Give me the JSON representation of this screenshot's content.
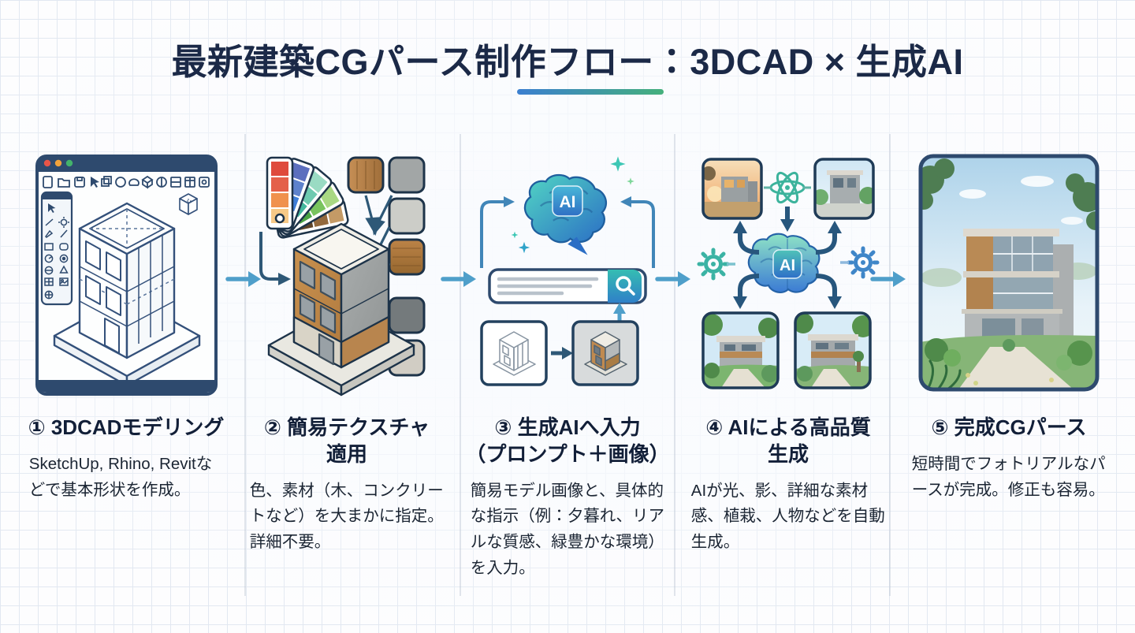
{
  "title": "最新建築CGパース制作フロー：3DCAD × 生成AI",
  "colors": {
    "title_navy": "#1b2947",
    "underline_gradient_start": "#3b7fd0",
    "underline_gradient_end": "#45b07c",
    "flow_arrow_blue": "#4f9fca",
    "illustration_outline_navy": "#2e4a6e",
    "brain_teal": "#52d6c3",
    "brain_blue": "#2b6ec5",
    "background_grid_line": "#e2e8f1"
  },
  "flow": {
    "direction": "left-to-right",
    "arrow_count": 4
  },
  "steps": [
    {
      "heading_lines": [
        "① 3DCADモデリング"
      ],
      "body": "SketchUp, Rhino, Revitなどで基本形状を作成。",
      "illustration": "cad-window-wireframe-building",
      "icons": [
        "cad-window",
        "traffic-light-buttons",
        "toolbar-icons",
        "tool-palette",
        "wireframe-building",
        "view-cube"
      ]
    },
    {
      "heading_lines": [
        "② 簡易テクスチャ",
        "適用"
      ],
      "body": "色、素材（木、コンクリートなど）を大まかに指定。詳細不要。",
      "illustration": "color-swatches-textures-building",
      "icons": [
        "color-swatch-fan",
        "texture-swatches",
        "textured-building",
        "assignment-arrows"
      ]
    },
    {
      "heading_lines": [
        "③ 生成AIへ入力",
        "（プロンプト＋画像）"
      ],
      "body": "簡易モデル画像と、具体的な指示（例：夕暮れ、リアルな質感、緑豊かな環境）を入力。",
      "illustration": "ai-brain-prompt-input",
      "chip_label": "AI",
      "icons": [
        "ai-brain",
        "ai-chip",
        "sparkles",
        "prompt-input-bar",
        "search-button",
        "wireframe-thumbnail",
        "textured-thumbnail"
      ]
    },
    {
      "heading_lines": [
        "④ AIによる高品質",
        "生成"
      ],
      "body": "AIが光、影、詳細な素材感、植栽、人物などを自動生成。",
      "illustration": "ai-brain-render-variations",
      "chip_label": "AI",
      "icons": [
        "ai-brain",
        "ai-chip",
        "atom-icon",
        "gear-icons",
        "render-variation-thumbnails"
      ]
    },
    {
      "heading_lines": [
        "⑤ 完成CGパース"
      ],
      "body": "短時間でフォトリアルなパースが完成。修正も容易。",
      "illustration": "final-photorealistic-render",
      "icons": [
        "photorealistic-render-photo"
      ]
    }
  ]
}
